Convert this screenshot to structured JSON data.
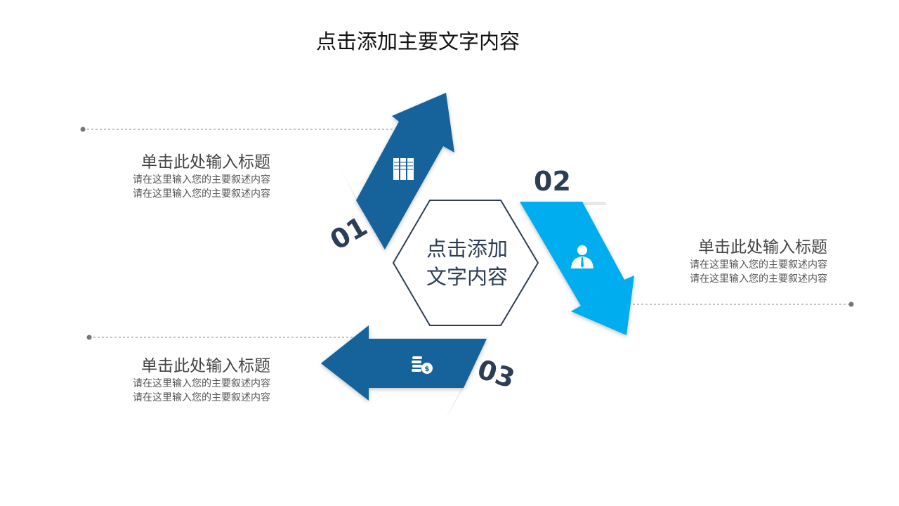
{
  "title": "点击添加主要文字内容",
  "center_text": [
    "点击添加",
    "文字内容"
  ],
  "colors": {
    "dark_blue": "#12629a",
    "light_blue": "#00aeef",
    "text": "#2c3e56"
  },
  "items": [
    {
      "number": "01",
      "icon": "books-icon",
      "heading": "单击此处输入标题",
      "lines": [
        "请在这里输入您的主要叙述内容",
        "请在这里输入您的主要叙述内容"
      ]
    },
    {
      "number": "02",
      "icon": "person-icon",
      "heading": "单击此处输入标题",
      "lines": [
        "请在这里输入您的主要叙述内容",
        "请在这里输入您的主要叙述内容"
      ]
    },
    {
      "number": "03",
      "icon": "coins-icon",
      "heading": "单击此处输入标题",
      "lines": [
        "请在这里输入您的主要叙述内容",
        "请在这里输入您的主要叙述内容"
      ]
    }
  ]
}
